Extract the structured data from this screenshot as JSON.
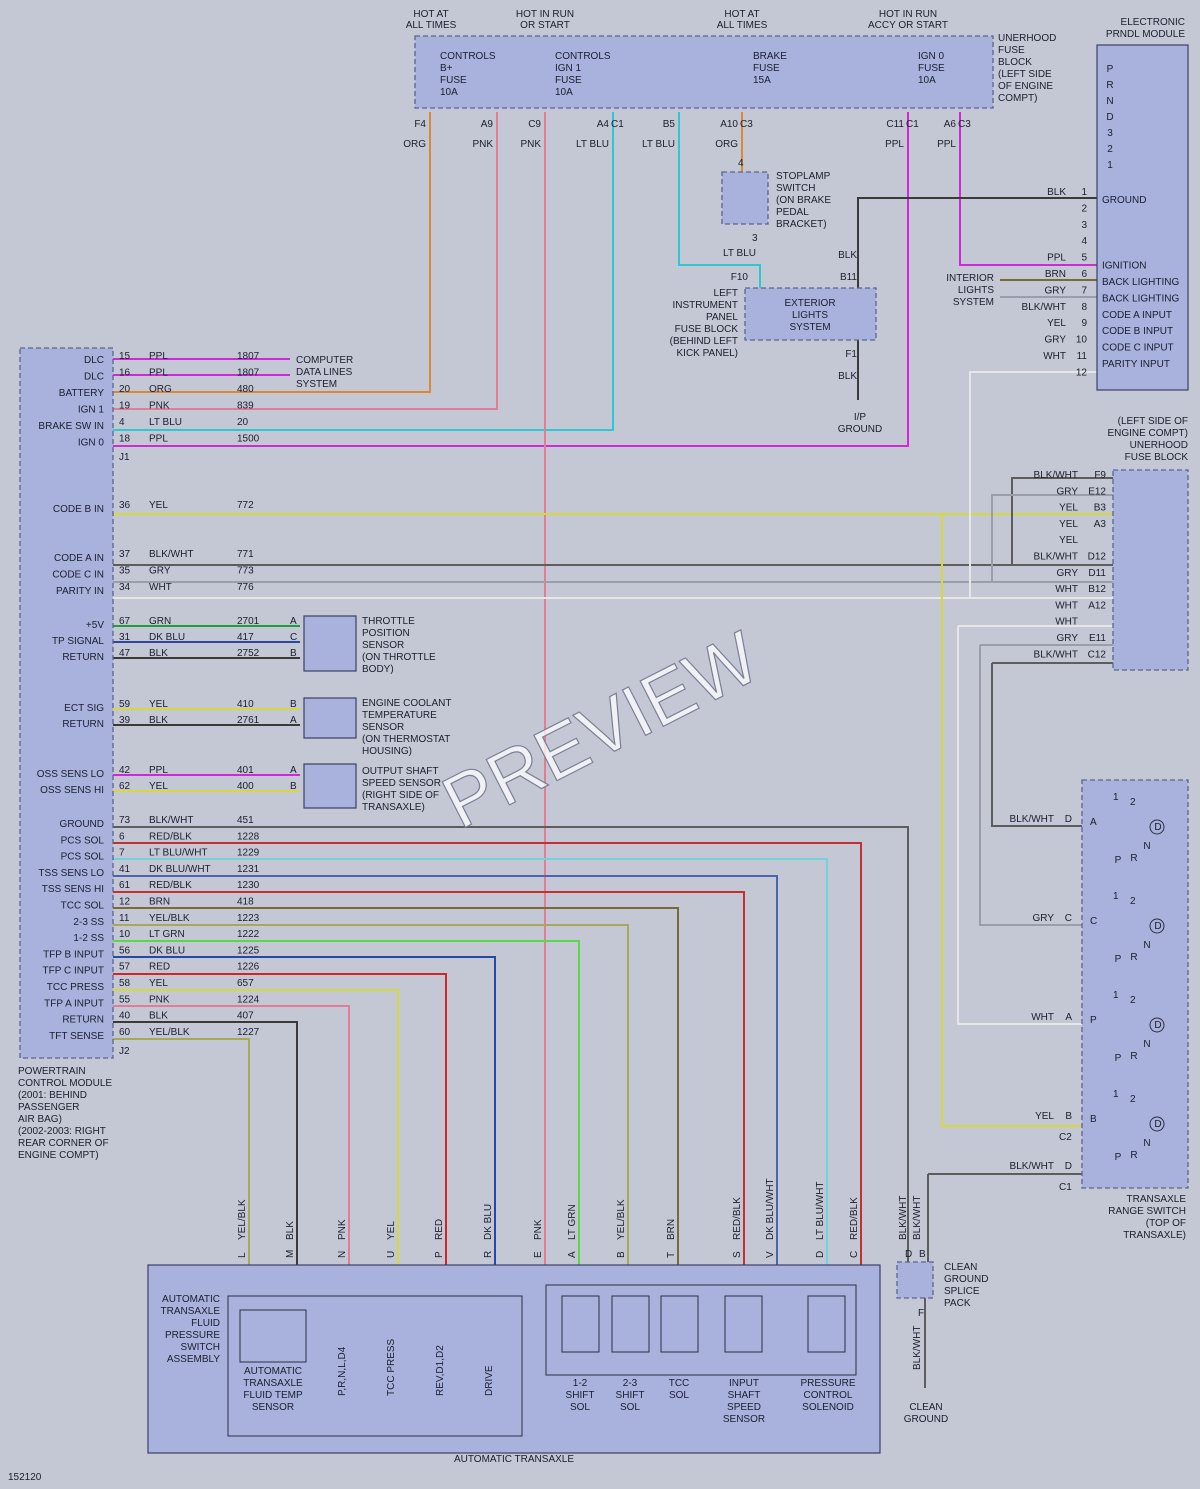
{
  "diagram_id": "152120",
  "watermark": "PREVIEW",
  "colors": {
    "PPL": "#d02ad8",
    "ORG": "#d88a38",
    "PNK": "#e27d94",
    "LT BLU": "#2ec7d6",
    "YEL": "#d8d83c",
    "BLK": "#3a3a3a",
    "BLK/WHT": "#5d5d5d",
    "GRY": "#9a9ea8",
    "WHT": "#e6e6e6",
    "GRN": "#1f9e3a",
    "DK BLU": "#2848a8",
    "RED": "#d22626",
    "RED/BLK": "#c43030",
    "LT BLU/WHT": "#6fd4dc",
    "DK BLU/WHT": "#4a64b0",
    "BRN": "#7a6a3a",
    "YEL/BLK": "#a8a85a",
    "LT GRN": "#5ad84a"
  },
  "fuse_block": {
    "title_lines": [
      "UNERHOOD",
      "FUSE",
      "BLOCK",
      "(LEFT SIDE",
      "OF ENGINE",
      "COMPT)"
    ],
    "headers": [
      {
        "lines": [
          "HOT AT",
          "ALL TIMES"
        ]
      },
      {
        "lines": [
          "HOT IN RUN",
          "OR START"
        ]
      },
      {
        "lines": [
          "HOT AT",
          "ALL TIMES"
        ]
      },
      {
        "lines": [
          "HOT IN RUN",
          "ACCY OR START"
        ]
      }
    ],
    "fuses": [
      {
        "lines": [
          "CONTROLS",
          "B+",
          "FUSE",
          "10A"
        ]
      },
      {
        "lines": [
          "CONTROLS",
          "IGN 1",
          "FUSE",
          "10A"
        ]
      },
      {
        "lines": [
          "BRAKE",
          "FUSE",
          "15A"
        ]
      },
      {
        "lines": [
          "IGN 0",
          "FUSE",
          "10A"
        ]
      }
    ],
    "pins": [
      {
        "pin": "F4",
        "color": "ORG"
      },
      {
        "pin": "A9",
        "color": "PNK"
      },
      {
        "pin": "C9",
        "color": "PNK"
      },
      {
        "pin": "A4",
        "conn": "C1",
        "color": "LT BLU"
      },
      {
        "pin": "B5",
        "color": "LT BLU"
      },
      {
        "pin": "A10",
        "conn": "C3",
        "color": "ORG"
      },
      {
        "pin": "C11",
        "conn": "C1",
        "color": "PPL"
      },
      {
        "pin": "A6",
        "conn": "C3",
        "color": "PPL"
      }
    ]
  },
  "prndl": {
    "title_lines": [
      "ELECTRONIC",
      "PRNDL MODULE"
    ],
    "letters": [
      "P",
      "R",
      "N",
      "D",
      "3",
      "2",
      "1"
    ],
    "pins": [
      {
        "pin": "1",
        "wire": "BLK",
        "label": "GROUND"
      },
      {
        "pin": "2",
        "wire": "",
        "label": ""
      },
      {
        "pin": "3",
        "wire": "",
        "label": ""
      },
      {
        "pin": "4",
        "wire": "",
        "label": ""
      },
      {
        "pin": "5",
        "wire": "PPL",
        "label": "IGNITION"
      },
      {
        "pin": "6",
        "wire": "BRN",
        "label": "BACK LIGHTING"
      },
      {
        "pin": "7",
        "wire": "GRY",
        "label": "BACK LIGHTING"
      },
      {
        "pin": "8",
        "wire": "BLK/WHT",
        "label": "CODE A INPUT"
      },
      {
        "pin": "9",
        "wire": "YEL",
        "label": "CODE B INPUT"
      },
      {
        "pin": "10",
        "wire": "GRY",
        "label": "CODE C INPUT"
      },
      {
        "pin": "11",
        "wire": "WHT",
        "label": "PARITY INPUT"
      },
      {
        "pin": "12",
        "wire": "",
        "label": ""
      }
    ],
    "interior_lights": [
      "INTERIOR",
      "LIGHTS",
      "SYSTEM"
    ]
  },
  "stoplamp": {
    "lines": [
      "STOPLAMP",
      "SWITCH",
      "(ON BRAKE",
      "PEDAL",
      "BRACKET)"
    ],
    "pin_top": "4",
    "pin_bottom": "3",
    "wire_bottom": "LT BLU"
  },
  "ip_fuse": {
    "lines": [
      "LEFT",
      "INSTRUMENT",
      "PANEL",
      "FUSE BLOCK",
      "(BEHIND LEFT",
      "KICK PANEL)"
    ],
    "pin_in": "F10",
    "pin_b11": "B11",
    "pin_f1": "F1",
    "wire_b11": "BLK",
    "wire_f1": "BLK",
    "ground_lines": [
      "I/P",
      "GROUND"
    ]
  },
  "ext_lights": {
    "lines": [
      "EXTERIOR",
      "LIGHTS",
      "SYSTEM"
    ]
  },
  "pcm": {
    "caption_lines": [
      "POWERTRAIN",
      "CONTROL MODULE",
      "(2001: BEHIND",
      "PASSENGER",
      "AIR BAG)",
      "(2002-2003: RIGHT",
      "REAR CORNER OF",
      "ENGINE COMPT)"
    ],
    "j1": "J1",
    "j2": "J2",
    "computer_data": [
      "COMPUTER",
      "DATA LINES",
      "SYSTEM"
    ],
    "rows_top": [
      {
        "label": "DLC",
        "pin": "15",
        "color": "PPL",
        "circuit": "1807"
      },
      {
        "label": "DLC",
        "pin": "16",
        "color": "PPL",
        "circuit": "1807"
      },
      {
        "label": "BATTERY",
        "pin": "20",
        "color": "ORG",
        "circuit": "480"
      },
      {
        "label": "IGN 1",
        "pin": "19",
        "color": "PNK",
        "circuit": "839"
      },
      {
        "label": "BRAKE SW IN",
        "pin": "4",
        "color": "LT BLU",
        "circuit": "20"
      },
      {
        "label": "IGN 0",
        "pin": "18",
        "color": "PPL",
        "circuit": "1500"
      }
    ],
    "rows_code": [
      {
        "label": "CODE B IN",
        "pin": "36",
        "color": "YEL",
        "circuit": "772"
      },
      {
        "label": "CODE A IN",
        "pin": "37",
        "color": "BLK/WHT",
        "circuit": "771"
      },
      {
        "label": "CODE C IN",
        "pin": "35",
        "color": "GRY",
        "circuit": "773"
      },
      {
        "label": "PARITY IN",
        "pin": "34",
        "color": "WHT",
        "circuit": "776"
      }
    ],
    "rows_sensor": [
      {
        "label": "+5V",
        "pin": "67",
        "color": "GRN",
        "circuit": "2701",
        "end": "A"
      },
      {
        "label": "TP SIGNAL",
        "pin": "31",
        "color": "DK BLU",
        "circuit": "417",
        "end": "C"
      },
      {
        "label": "RETURN",
        "pin": "47",
        "color": "BLK",
        "circuit": "2752",
        "end": "B"
      },
      {
        "label": "ECT SIG",
        "pin": "59",
        "color": "YEL",
        "circuit": "410",
        "end": "B"
      },
      {
        "label": "RETURN",
        "pin": "39",
        "color": "BLK",
        "circuit": "2761",
        "end": "A"
      },
      {
        "label": "OSS SENS LO",
        "pin": "42",
        "color": "PPL",
        "circuit": "401",
        "end": "A"
      },
      {
        "label": "OSS SENS HI",
        "pin": "62",
        "color": "YEL",
        "circuit": "400",
        "end": "B"
      }
    ],
    "rows_trans": [
      {
        "label": "GROUND",
        "pin": "73",
        "color": "BLK/WHT",
        "circuit": "451"
      },
      {
        "label": "PCS SOL",
        "pin": "6",
        "color": "RED/BLK",
        "circuit": "1228"
      },
      {
        "label": "PCS SOL",
        "pin": "7",
        "color": "LT BLU/WHT",
        "circuit": "1229"
      },
      {
        "label": "TSS SENS LO",
        "pin": "41",
        "color": "DK BLU/WHT",
        "circuit": "1231"
      },
      {
        "label": "TSS SENS HI",
        "pin": "61",
        "color": "RED/BLK",
        "circuit": "1230"
      },
      {
        "label": "TCC SOL",
        "pin": "12",
        "color": "BRN",
        "circuit": "418"
      },
      {
        "label": "2-3 SS",
        "pin": "11",
        "color": "YEL/BLK",
        "circuit": "1223"
      },
      {
        "label": "1-2 SS",
        "pin": "10",
        "color": "LT GRN",
        "circuit": "1222"
      },
      {
        "label": "TFP B INPUT",
        "pin": "56",
        "color": "DK BLU",
        "circuit": "1225"
      },
      {
        "label": "TFP C INPUT",
        "pin": "57",
        "color": "RED",
        "circuit": "1226"
      },
      {
        "label": "TCC PRESS",
        "pin": "58",
        "color": "YEL",
        "circuit": "657"
      },
      {
        "label": "TFP A INPUT",
        "pin": "55",
        "color": "PNK",
        "circuit": "1224"
      },
      {
        "label": "RETURN",
        "pin": "40",
        "color": "BLK",
        "circuit": "407"
      },
      {
        "label": "TFT SENSE",
        "pin": "60",
        "color": "YEL/BLK",
        "circuit": "1227"
      }
    ]
  },
  "sensors": {
    "tps": [
      "THROTTLE",
      "POSITION",
      "SENSOR",
      "(ON THROTTLE",
      "BODY)"
    ],
    "ect": [
      "ENGINE COOLANT",
      "TEMPERATURE",
      "SENSOR",
      "(ON THERMOSTAT",
      "HOUSING)"
    ],
    "oss": [
      "OUTPUT SHAFT",
      "SPEED SENSOR",
      "(RIGHT SIDE OF",
      "TRANSAXLE)"
    ]
  },
  "right_fuse": {
    "title_lines": [
      "(LEFT SIDE OF",
      "ENGINE COMPT)",
      "UNERHOOD",
      "FUSE BLOCK"
    ],
    "rows": [
      {
        "color": "BLK/WHT",
        "pin": "F9"
      },
      {
        "color": "GRY",
        "pin": "E12"
      },
      {
        "color": "YEL",
        "pin": "B3"
      },
      {
        "color": "YEL",
        "pin": "A3"
      },
      {
        "color": "YEL",
        "pin": ""
      },
      {
        "color": "BLK/WHT",
        "pin": "D12"
      },
      {
        "color": "GRY",
        "pin": "D11"
      },
      {
        "color": "WHT",
        "pin": "B12"
      },
      {
        "color": "WHT",
        "pin": "A12"
      },
      {
        "color": "WHT",
        "pin": ""
      },
      {
        "color": "GRY",
        "pin": "E11"
      },
      {
        "color": "BLK/WHT",
        "pin": "C12"
      }
    ]
  },
  "range_switch": {
    "caption_lines": [
      "TRANSAXLE",
      "RANGE SWITCH",
      "(TOP OF",
      "TRANSAXLE)"
    ],
    "c2": "C2",
    "c1": "C1",
    "inputs": [
      {
        "color": "BLK/WHT",
        "pin": "D",
        "inner": "A"
      },
      {
        "color": "GRY",
        "pin": "C",
        "inner": "C"
      },
      {
        "color": "WHT",
        "pin": "A",
        "inner": "P"
      },
      {
        "color": "YEL",
        "pin": "B",
        "inner": "B"
      },
      {
        "color": "BLK/WHT",
        "pin": "D",
        "inner": ""
      }
    ],
    "switch_labels": {
      "one": "1",
      "two": "2",
      "d": "D",
      "n": "N",
      "p": "P",
      "r": "R"
    }
  },
  "transaxle": {
    "caption": "AUTOMATIC TRANSAXLE",
    "pressure_assembly": [
      "AUTOMATIC",
      "TRANSAXLE",
      "FLUID",
      "PRESSURE",
      "SWITCH",
      "ASSEMBLY"
    ],
    "temp_sensor": [
      "AUTOMATIC",
      "TRANSAXLE",
      "FLUID TEMP",
      "SENSOR"
    ],
    "switch_names": [
      "P,R,N,L,D4",
      "TCC PRESS",
      "REV,D1,D2",
      "DRIVE"
    ],
    "connector": [
      {
        "pin": "L",
        "color": "YEL/BLK"
      },
      {
        "pin": "M",
        "color": "BLK"
      },
      {
        "pin": "N",
        "color": "PNK"
      },
      {
        "pin": "U",
        "color": "YEL"
      },
      {
        "pin": "P",
        "color": "RED"
      },
      {
        "pin": "R",
        "color": "DK BLU"
      },
      {
        "pin": "E",
        "color": "PNK"
      },
      {
        "pin": "A",
        "color": "LT GRN"
      },
      {
        "pin": "B",
        "color": "YEL/BLK"
      },
      {
        "pin": "T",
        "color": "BRN"
      },
      {
        "pin": "S",
        "color": "RED/BLK"
      },
      {
        "pin": "V",
        "color": "DK BLU/WHT"
      },
      {
        "pin": "D",
        "color": "LT BLU/WHT"
      },
      {
        "pin": "C",
        "color": "RED/BLK"
      }
    ],
    "solenoids": [
      {
        "lines": [
          "1-2",
          "SHIFT",
          "SOL"
        ]
      },
      {
        "lines": [
          "2-3",
          "SHIFT",
          "SOL"
        ]
      },
      {
        "lines": [
          "TCC",
          "SOL"
        ]
      },
      {
        "lines": [
          "INPUT",
          "SHAFT",
          "SPEED",
          "SENSOR"
        ]
      },
      {
        "lines": [
          "PRESSURE",
          "CONTROL",
          "SOLENOID"
        ]
      }
    ]
  },
  "splice": {
    "lines": [
      "CLEAN",
      "GROUND",
      "SPLICE",
      "PACK"
    ],
    "pin_d": "D",
    "pin_b": "B",
    "pin_f": "F",
    "wire_d": "BLK/WHT",
    "wire_b": "BLK/WHT",
    "wire_f": "BLK/WHT",
    "ground_lines": [
      "CLEAN",
      "GROUND"
    ]
  }
}
